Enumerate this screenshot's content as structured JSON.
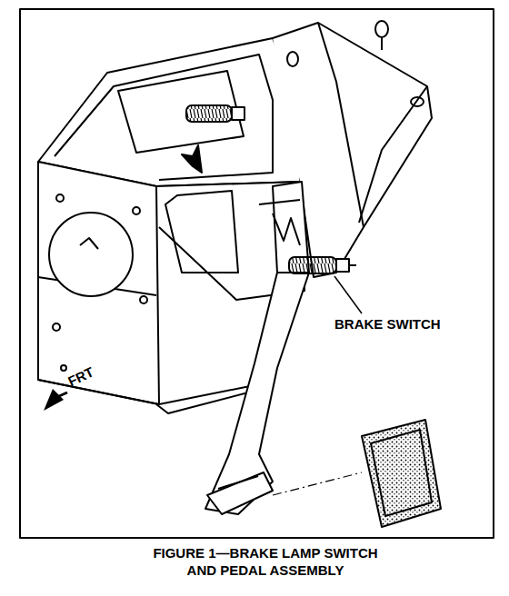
{
  "diagram": {
    "caption": "FIGURE 1—BRAKE LAMP SWITCH AND PEDAL ASSEMBLY",
    "labels": [
      "BRAKE SWITCH",
      "FRT"
    ]
  }
}
